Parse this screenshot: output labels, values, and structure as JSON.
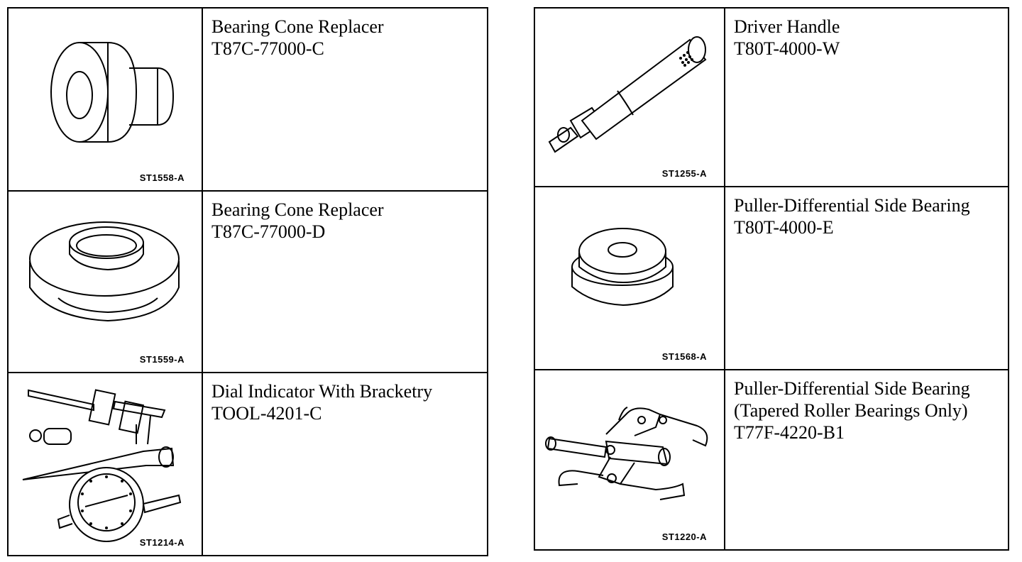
{
  "left_tools": [
    {
      "name": "Bearing Cone Replacer",
      "part_number": "T87C-77000-C",
      "illustration_code": "ST1558-A",
      "icon": "bearing-cone-replacer-icon"
    },
    {
      "name": "Bearing Cone Replacer",
      "part_number": "T87C-77000-D",
      "illustration_code": "ST1559-A",
      "icon": "bearing-cone-replacer-icon"
    },
    {
      "name": "Dial Indicator With Bracketry",
      "part_number": "TOOL-4201-C",
      "illustration_code": "ST1214-A",
      "icon": "dial-indicator-icon"
    }
  ],
  "right_tools": [
    {
      "name": "Driver Handle",
      "part_number": "T80T-4000-W",
      "illustration_code": "ST1255-A",
      "icon": "driver-handle-icon"
    },
    {
      "name": "Puller-Differential Side Bearing",
      "part_number": "T80T-4000-E",
      "illustration_code": "ST1568-A",
      "icon": "bearing-puller-icon"
    },
    {
      "name": "Puller-Differential Side Bearing",
      "name_line2": "(Tapered Roller Bearings Only)",
      "part_number": "T77F-4220-B1",
      "illustration_code": "ST1220-A",
      "icon": "bearing-puller-icon"
    }
  ]
}
